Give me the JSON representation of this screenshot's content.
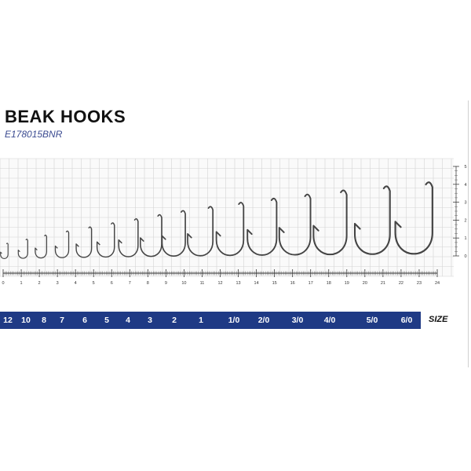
{
  "header": {
    "title": "BEAK HOOKS",
    "code": "E178015BNR"
  },
  "ruler": {
    "labels": [
      "0",
      "1",
      "2",
      "3",
      "4",
      "5",
      "6",
      "7",
      "8",
      "9",
      "10",
      "11",
      "12",
      "13",
      "14",
      "15",
      "16",
      "17",
      "18",
      "19",
      "20",
      "21",
      "22",
      "23",
      "24"
    ]
  },
  "side_scale": {
    "labels": [
      "0",
      "1",
      "2",
      "3",
      "4",
      "5"
    ]
  },
  "sizes": {
    "label": "SIZE",
    "items": [
      "12",
      "10",
      "8",
      "7",
      "6",
      "5",
      "4",
      "3",
      "2",
      "1",
      "1/0",
      "2/0",
      "3/0",
      "4/0",
      "5/0",
      "6/0"
    ]
  },
  "colors": {
    "bar": "#1f3a85",
    "hook": "#444444",
    "grid": "#d4d4d4"
  }
}
